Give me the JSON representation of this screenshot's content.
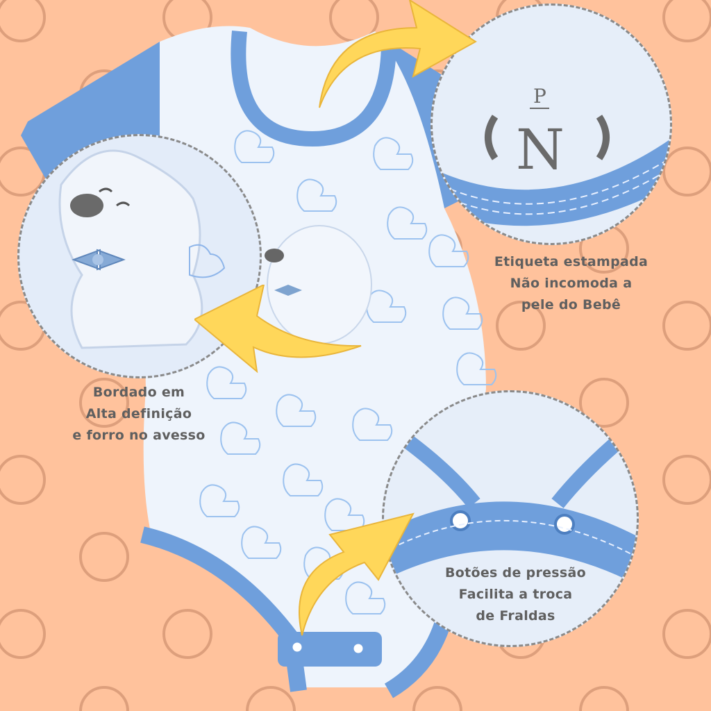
{
  "captions": {
    "label": [
      "Etiqueta estampada",
      "Não incomoda a",
      "pele do Bebê"
    ],
    "embroidery": [
      "Bordado em",
      "Alta definição",
      "e forro no avesso"
    ],
    "snaps": [
      "Botões de pressão",
      "Facilita a troca",
      "de Fraldas"
    ]
  },
  "label_print": {
    "size": "P",
    "monogram": "N"
  },
  "colors": {
    "background": "#ffc29c",
    "trim": "#6f9fdc",
    "fabric": "#eef4fc",
    "arrow": "#ffd75a",
    "text": "#5f5f5f"
  }
}
